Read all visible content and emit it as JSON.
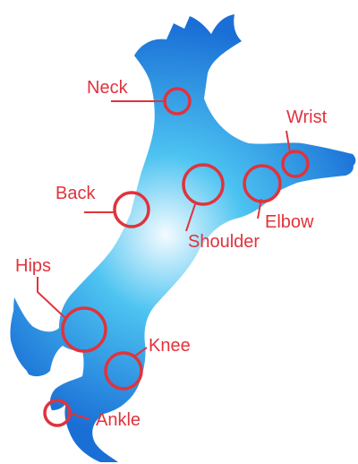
{
  "colors": {
    "body_light": "#f4fbff",
    "body_mid": "#4cc3f1",
    "body_dark": "#1a6fd6",
    "marker": "#e0333c",
    "label": "#e0333c"
  },
  "joints": [
    {
      "id": "neck",
      "label": "Neck"
    },
    {
      "id": "wrist",
      "label": "Wrist"
    },
    {
      "id": "back",
      "label": "Back"
    },
    {
      "id": "shoulder",
      "label": "Shoulder"
    },
    {
      "id": "elbow",
      "label": "Elbow"
    },
    {
      "id": "hips",
      "label": "Hips"
    },
    {
      "id": "knee",
      "label": "Knee"
    },
    {
      "id": "ankle",
      "label": "Ankle"
    }
  ]
}
